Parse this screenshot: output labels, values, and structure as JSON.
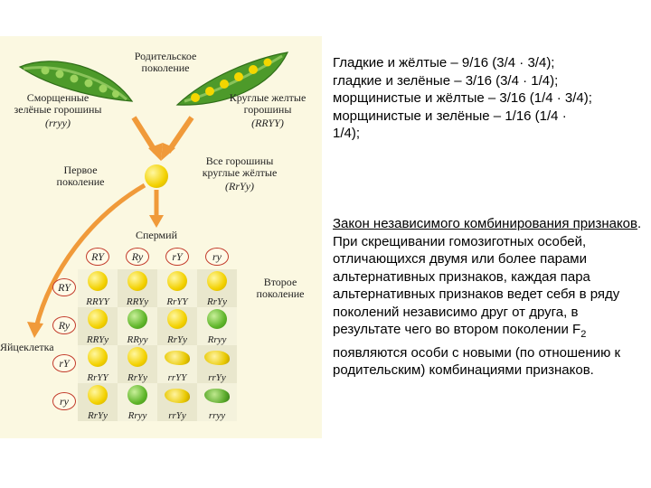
{
  "figure": {
    "parent_generation": "Родительское\nпоколение",
    "wrinkled_green": "Сморщенные\nзелёные горошины",
    "wrinkled_green_genotype": "(rryy)",
    "round_yellow": "Круглые желтые\nгорошины",
    "round_yellow_genotype": "(RRYY)",
    "first_generation": "Первое\nпоколение",
    "all_round_yellow": "Все горошины\nкруглые жёлтые",
    "all_round_yellow_genotype": "(RrYy)",
    "sperm": "Спермий",
    "egg": "Яйцеклетка",
    "second_generation": "Второе\nпоколение",
    "sperm_gametes": [
      "RY",
      "Ry",
      "rY",
      "ry"
    ],
    "egg_gametes": [
      "RY",
      "Ry",
      "rY",
      "ry"
    ],
    "punnett": [
      [
        {
          "g": "RRYY",
          "pea": "yellow-round"
        },
        {
          "g": "RRYy",
          "pea": "yellow-round"
        },
        {
          "g": "RrYY",
          "pea": "yellow-round"
        },
        {
          "g": "RrYy",
          "pea": "yellow-round"
        }
      ],
      [
        {
          "g": "RRYy",
          "pea": "yellow-round"
        },
        {
          "g": "RRyy",
          "pea": "green-round"
        },
        {
          "g": "RrYy",
          "pea": "yellow-round"
        },
        {
          "g": "Rryy",
          "pea": "green-round"
        }
      ],
      [
        {
          "g": "RrYY",
          "pea": "yellow-round"
        },
        {
          "g": "RrYy",
          "pea": "yellow-round"
        },
        {
          "g": "rrYY",
          "pea": "yellow-wrinkled"
        },
        {
          "g": "rrYy",
          "pea": "yellow-wrinkled"
        }
      ],
      [
        {
          "g": "RrYy",
          "pea": "yellow-round"
        },
        {
          "g": "Rryy",
          "pea": "green-round"
        },
        {
          "g": "rrYy",
          "pea": "yellow-wrinkled"
        },
        {
          "g": "rryy",
          "pea": "green-wrinkled"
        }
      ]
    ]
  },
  "ratios": [
    "Гладкие и жёлтые – 9/16 (3/4 · 3/4);",
    "гладкие и зелёные – 3/16 (3/4 · 1/4);",
    "морщинистые и жёлтые – 3/16 (1/4 · 3/4);",
    "морщинистые и зелёные – 1/16 (1/4 ·",
    "1/4);"
  ],
  "law": {
    "title": "Закон независимого комбинирования признаков",
    "body": ". При скрещивании гомозиготных особей, отличающихся двумя или более парами альтернативных признаков, каждая пара альтернативных признаков ведет себя в ряду поколений независимо друг от друга, в результате чего во втором поколении F",
    "subscript": "2",
    "tail": " появляются особи с новыми (по отношению к родительским) комбинациями признаков."
  }
}
